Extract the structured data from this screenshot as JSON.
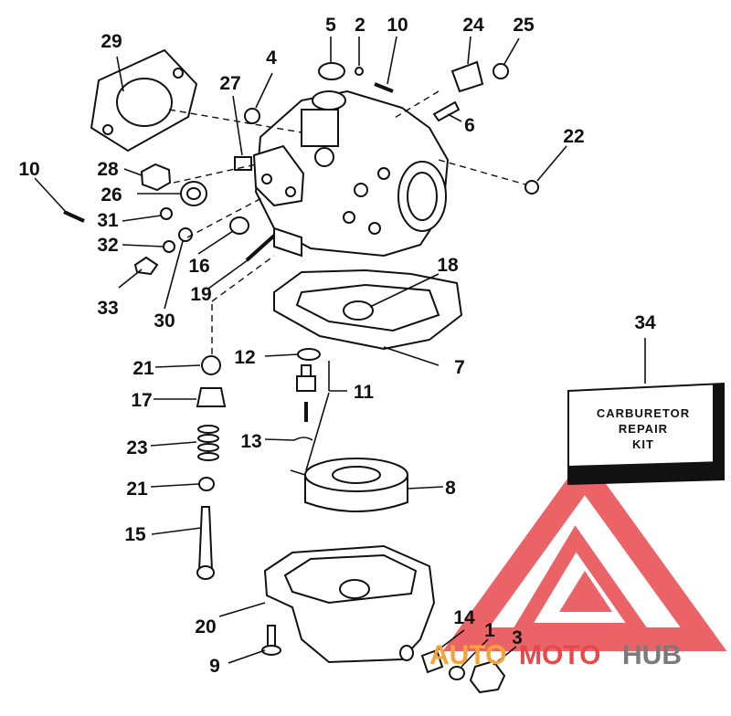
{
  "callouts": {
    "c1": "1",
    "c2": "2",
    "c3": "3",
    "c4": "4",
    "c5": "5",
    "c6": "6",
    "c7": "7",
    "c8": "8",
    "c9": "9",
    "c10a": "10",
    "c10b": "10",
    "c11": "11",
    "c12": "12",
    "c13": "13",
    "c14": "14",
    "c15": "15",
    "c16": "16",
    "c17": "17",
    "c18": "18",
    "c19": "19",
    "c20": "20",
    "c21a": "21",
    "c21b": "21",
    "c22": "22",
    "c23": "23",
    "c24": "24",
    "c25": "25",
    "c26": "26",
    "c27": "27",
    "c28": "28",
    "c29": "29",
    "c30": "30",
    "c31": "31",
    "c32": "32",
    "c33": "33",
    "c34": "34"
  },
  "kit_box": {
    "line1": "CARBURETOR",
    "line2": "REPAIR",
    "line3": "KIT"
  },
  "watermark": {
    "auto": "AUTO",
    "moto": "MOTO",
    "hub": "HUB",
    "colors": {
      "red": "#e8484c",
      "orange": "#f4a53a",
      "gray": "#7a7a7a"
    }
  }
}
